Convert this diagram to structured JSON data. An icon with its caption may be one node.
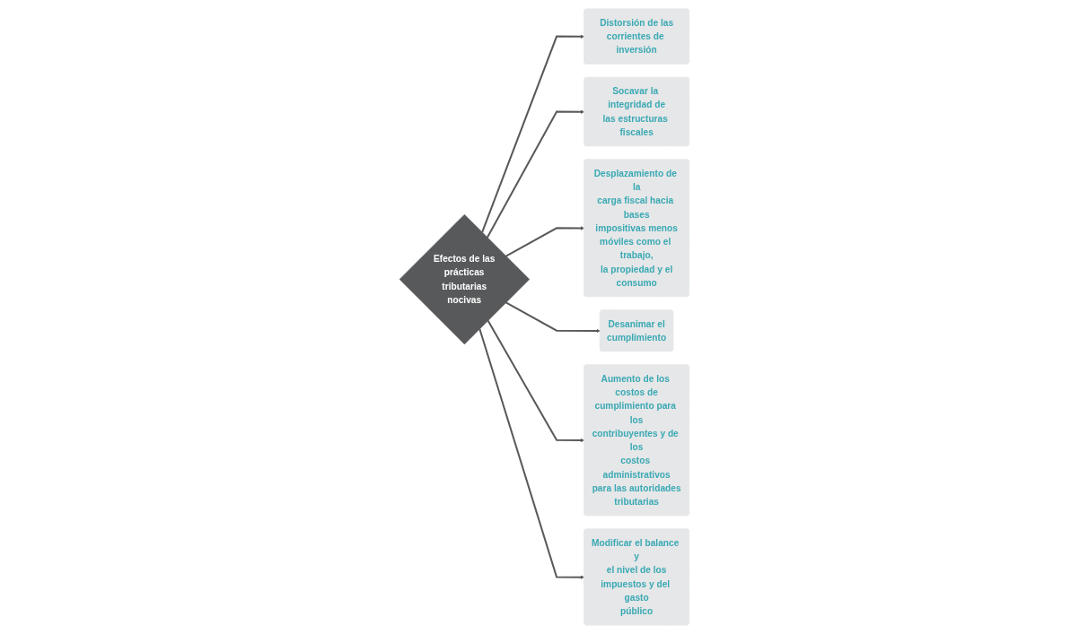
{
  "diagram": {
    "nodes": [
      {
        "text": [
          "Efectos de las prácticas tributarias nocivas"
        ]
      },
      {
        "text": [
          "Distorsión de las corrientes de inversión"
        ]
      },
      {
        "text": [
          "Socavar la integridad de las estructuras fiscales"
        ]
      },
      {
        "text": [
          "Desplazamiento de la carga fiscal hacia bases impositivas menos móviles como el trabajo, la propiedad y el consumo"
        ]
      },
      {
        "text": [
          "Desanimar el cumplimiento"
        ]
      },
      {
        "text": [
          "Aumento de los costos de cumplimiento para los contribuyentes y de los costos administrativos para las autoridades tributarias"
        ]
      },
      {
        "text": [
          "Modificar el balance y el nivel de los impuestos y del gasto público"
        ]
      }
    ],
    "edges": [
      {
        "from": 0,
        "to": 1,
        "arrow": "to"
      },
      {
        "from": 0,
        "to": 2,
        "arrow": "to"
      },
      {
        "from": 0,
        "to": 3,
        "arrow": "to"
      },
      {
        "from": 0,
        "to": 4,
        "arrow": "to"
      },
      {
        "from": 0,
        "to": 5,
        "arrow": "to"
      },
      {
        "from": 0,
        "to": 6,
        "arrow": "to"
      }
    ]
  }
}
